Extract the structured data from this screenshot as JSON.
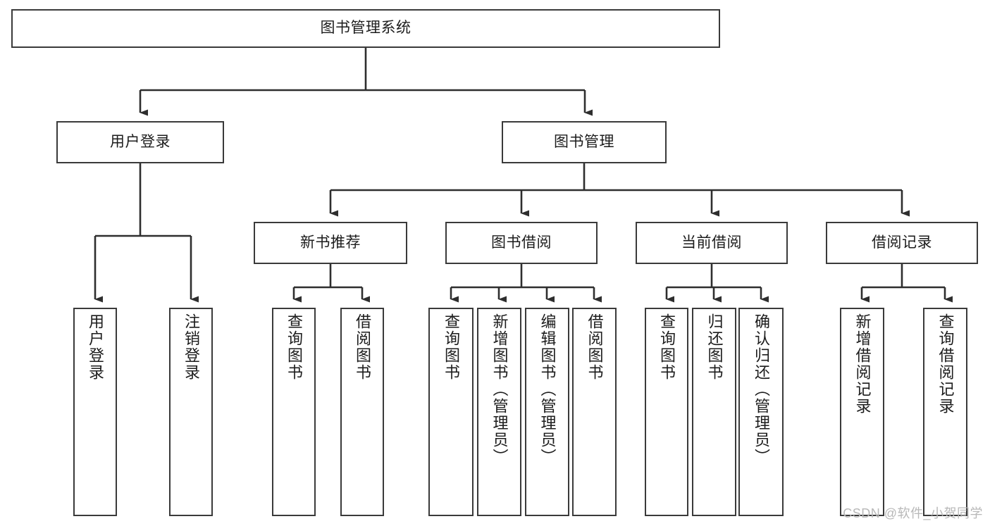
{
  "diagram": {
    "type": "tree-hierarchy",
    "title": "图书管理系统",
    "watermark": "CSDN @软件_小贺同学",
    "colors": {
      "stroke": "#3a3a3a",
      "background": "#ffffff",
      "text": "#1c1c1c",
      "watermark": "#b8b8b8"
    },
    "nodes": {
      "root": {
        "label": "图书管理系统"
      },
      "level1": [
        {
          "id": "user-login",
          "label": "用户登录"
        },
        {
          "id": "book-manage",
          "label": "图书管理"
        }
      ],
      "level2": [
        {
          "id": "new-book-recommend",
          "label": "新书推荐"
        },
        {
          "id": "book-borrow",
          "label": "图书借阅"
        },
        {
          "id": "current-borrow",
          "label": "当前借阅"
        },
        {
          "id": "borrow-record",
          "label": "借阅记录"
        }
      ],
      "leaves": {
        "user-login": [
          {
            "id": "leaf-user-login",
            "label": "用户登录"
          },
          {
            "id": "leaf-logout",
            "label": "注销登录"
          }
        ],
        "new-book-recommend": [
          {
            "id": "leaf-query-book-1",
            "label": "查询图书"
          },
          {
            "id": "leaf-borrow-book-1",
            "label": "借阅图书"
          }
        ],
        "book-borrow": [
          {
            "id": "leaf-query-book-2",
            "label": "查询图书"
          },
          {
            "id": "leaf-add-book",
            "label": "新增图书（管理员）"
          },
          {
            "id": "leaf-edit-book",
            "label": "编辑图书（管理员）"
          },
          {
            "id": "leaf-borrow-book-2",
            "label": "借阅图书"
          }
        ],
        "current-borrow": [
          {
            "id": "leaf-query-book-3",
            "label": "查询图书"
          },
          {
            "id": "leaf-return-book",
            "label": "归还图书"
          },
          {
            "id": "leaf-confirm-return",
            "label": "确认归还（管理员）"
          }
        ],
        "borrow-record": [
          {
            "id": "leaf-add-record",
            "label": "新增借阅记录"
          },
          {
            "id": "leaf-query-record",
            "label": "查询借阅记录"
          }
        ]
      }
    }
  }
}
